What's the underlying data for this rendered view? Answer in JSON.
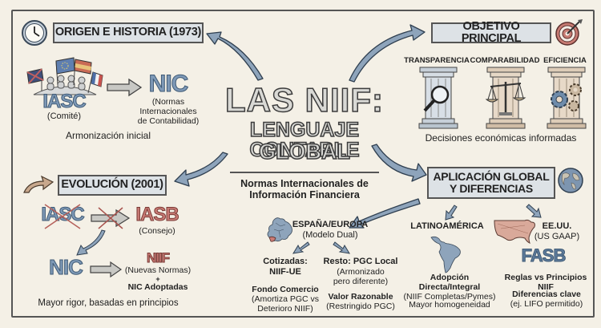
{
  "title": {
    "line1": "LAS NIIF:",
    "line2": "LENGUAJE CONTABLE",
    "line3": "GLOBAL",
    "subtitle_line1": "Normas Internacionales de",
    "subtitle_line2": "Información Financiera"
  },
  "origin": {
    "heading": "ORIGEN E HISTORIA (1973)",
    "icon": "clock-icon",
    "iasc": "IASC",
    "iasc_sub": "(Comité)",
    "nic": "NIC",
    "nic_sub1": "(Normas",
    "nic_sub2": "Internacionales",
    "nic_sub3": "de Contabilidad)",
    "caption": "Armonización inicial",
    "flags": [
      "UK",
      "EU",
      "España",
      "Francia"
    ]
  },
  "objective": {
    "heading": "OBJETIVO PRINCIPAL",
    "icon": "target-icon",
    "pillars": [
      {
        "label": "TRANSPARENCIA",
        "icon": "magnifier-icon"
      },
      {
        "label": "COMPARABILIDAD",
        "icon": "scale-icon"
      },
      {
        "label": "EFICIENCIA",
        "icon": "gears-icon"
      }
    ],
    "caption": "Decisiones económicas informadas"
  },
  "evolution": {
    "heading": "EVOLUCIÓN (2001)",
    "iasc": "IASC",
    "iasb": "IASB",
    "iasb_sub": "(Consejo)",
    "nic": "NIC",
    "niif": "NIIF",
    "niif_sub": "(Nuevas Normas)",
    "plus": "+",
    "nic_adopted": "NIC Adoptadas",
    "caption": "Mayor rigor, basadas en principios"
  },
  "application": {
    "heading_line1": "APLICACIÓN GLOBAL",
    "heading_line2": "Y DIFERENCIAS",
    "icon": "globe-icon",
    "spain": {
      "title": "ESPAÑA/EUROPA",
      "subtitle": "(Modelo Dual)",
      "left_title1": "Cotizadas:",
      "left_title2": "NIIF-UE",
      "left_note1": "Fondo Comercio",
      "left_note2": "(Amortiza PGC vs",
      "left_note3": "Deterioro NIIF)",
      "right_title": "Resto: PGC Local",
      "right_sub1": "(Armonizado",
      "right_sub2": "pero diferente)",
      "right_note1": "Valor Razonable",
      "right_note2": "(Restringido PGC)"
    },
    "latam": {
      "title": "LATINOAMÉRICA",
      "note1": "Adopción Directa/Integral",
      "note2": "(NIIF Completas/Pymes)",
      "caption": "Mayor homogeneidad"
    },
    "usa": {
      "title": "EE.UU.",
      "subtitle": "(US GAAP)",
      "fasb": "FASB",
      "note": "Reglas vs Principios NIIF",
      "diff1": "Diferencias clave",
      "diff2": "(ej. LIFO permitido)"
    }
  },
  "colors": {
    "background": "#f4f0e6",
    "accent_blue": "#7e99b7",
    "accent_red": "#c97b75",
    "heading_box": "#dde2e6"
  }
}
